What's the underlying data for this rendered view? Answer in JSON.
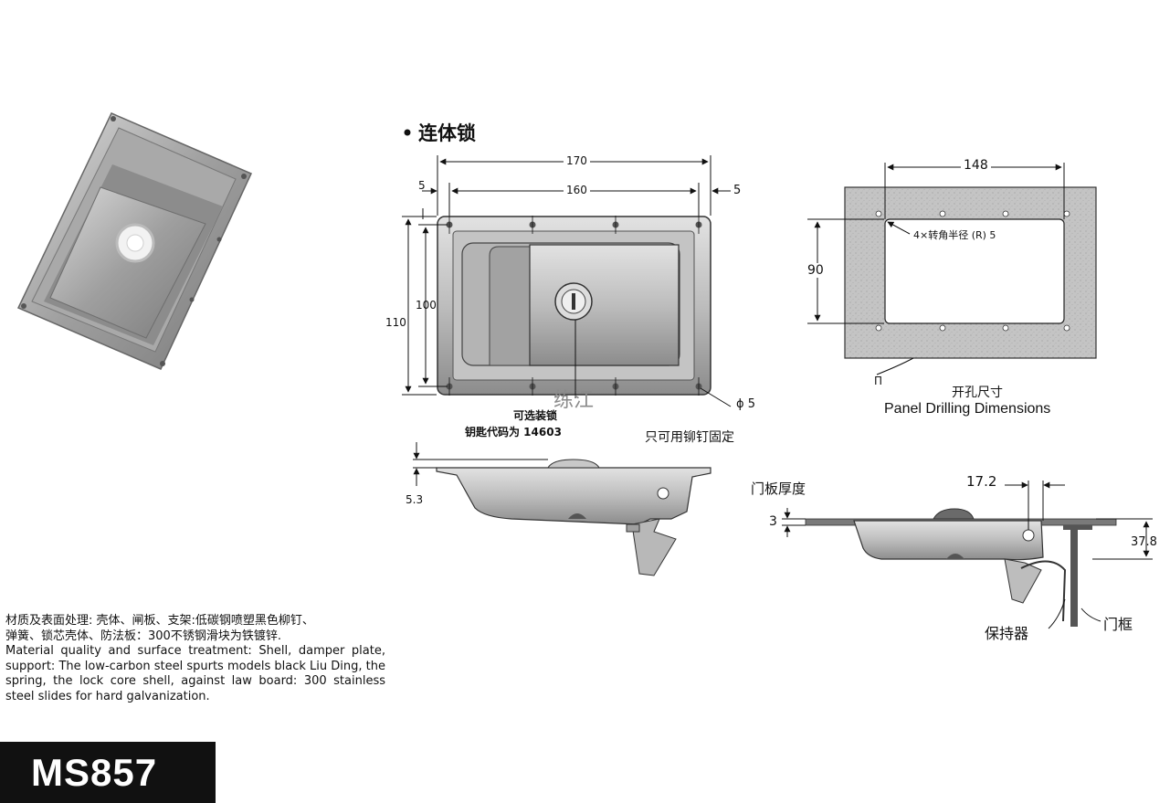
{
  "section_title": "连体锁",
  "front_view": {
    "dim_overall_width": "170",
    "dim_hole_spacing": "160",
    "dim_edge_left": "5",
    "dim_edge_right": "5",
    "dim_overall_height": "110",
    "dim_inner_height": "100",
    "optional_lock": "可选装锁",
    "key_code": "钥匙代码为 14603",
    "hole_dia": "ϕ 5",
    "rivet_note": "只可用铆钉固定",
    "watermark": "练江"
  },
  "panel_drilling": {
    "dim_width": "148",
    "dim_height": "90",
    "corner_radius": "4×转角半径 (R) 5",
    "edge_label": "Π",
    "title_cn": "开孔尺寸",
    "title_en": "Panel Drilling Dimensions"
  },
  "side_view": {
    "dim_depth": "5.3"
  },
  "install_view": {
    "door_thickness_label": "门板厚度",
    "dim_door": "3",
    "dim_offset": "17.2",
    "dim_height": "37.8",
    "retainer": "保持器",
    "door_frame": "门框"
  },
  "material": {
    "cn_line1": "材质及表面处理: 壳体、闸板、支架:低碳钢喷塑黑色柳钉、",
    "cn_line2": "弹簧、锁芯壳体、防法板：300不锈钢滑块为铁镀锌.",
    "en": "Material quality and surface treatment: Shell, damper plate, support: The low-carbon steel spurts models black Liu Ding, the spring, the lock core shell, against law board: 300 stainless steel slides for hard galvanization."
  },
  "model": "MS857",
  "colors": {
    "panel": "#c9c9c9",
    "metal": "#b8b8b8",
    "metal_dark": "#8a8a8a",
    "model_box": "#111111"
  }
}
